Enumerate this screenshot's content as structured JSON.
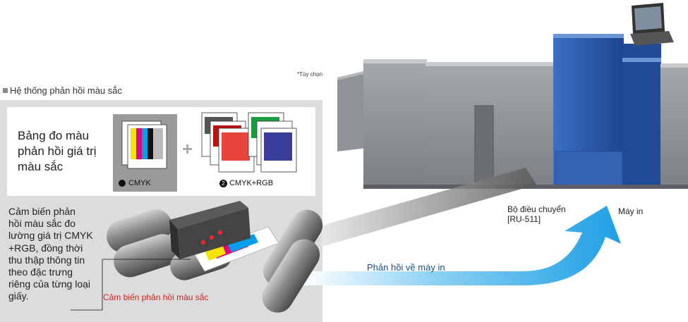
{
  "section_title": "Hệ thống phản hồi màu sắc",
  "chart_title_lines": [
    "Bảng đo màu",
    "phản hồi giá trị",
    "màu sắc"
  ],
  "cmyk_label": "CMYK",
  "rgb_number": "2",
  "rgb_label": "CMYK+RGB",
  "plus_sign": "+",
  "sensor_desc_lines": [
    "Cảm biến phản",
    "hồi màu sắc đo",
    "lường giá trị CMYK",
    "+RGB, đồng thời",
    "thu thập thông tin",
    "theo đặc trưng",
    "riêng của từng loại",
    "giấy."
  ],
  "sensor_label": "Cảm biến phản hồi màu sắc",
  "optional_note": "*Tùy chọn",
  "transfer_label_lines": [
    "Bộ điều chuyển",
    "[RU-511]"
  ],
  "printer_label": "Máy in",
  "feedback_label": "Phản hồi về máy in",
  "colors": {
    "panel_gray": "#dcdcdc",
    "arrow_blue": "#2fa8e6",
    "printer_blue": "#2a5aa8",
    "printer_gray": "#8c9094",
    "sensor_red": "#d0231c"
  }
}
